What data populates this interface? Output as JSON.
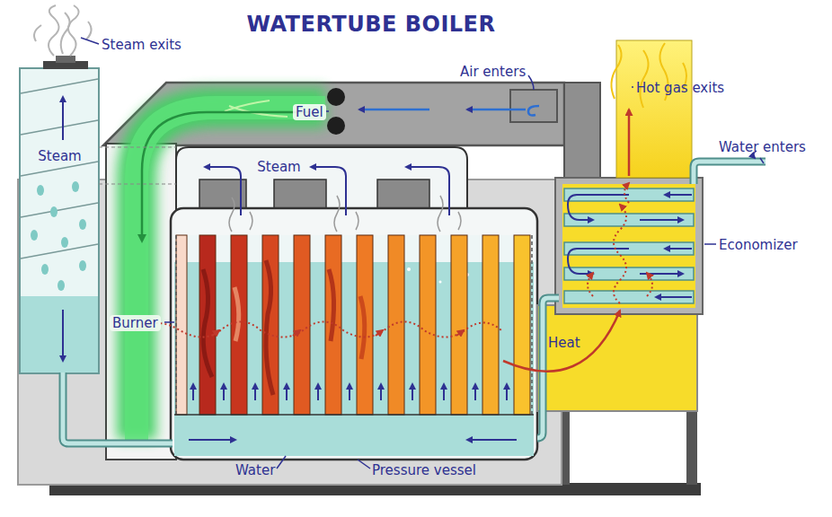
{
  "diagram": {
    "title": "WATERTUBE BOILER",
    "nodes": [
      {
        "text": [
          "Steam"
        ]
      },
      {
        "text": [
          "Steam"
        ]
      }
    ],
    "labels": [
      "Steam exits",
      "Air enters",
      "Fuel",
      "Hot gas exits",
      "Water enters",
      "Economizer",
      "Burner",
      "Heat",
      "Water",
      "Pressure vessel"
    ]
  }
}
